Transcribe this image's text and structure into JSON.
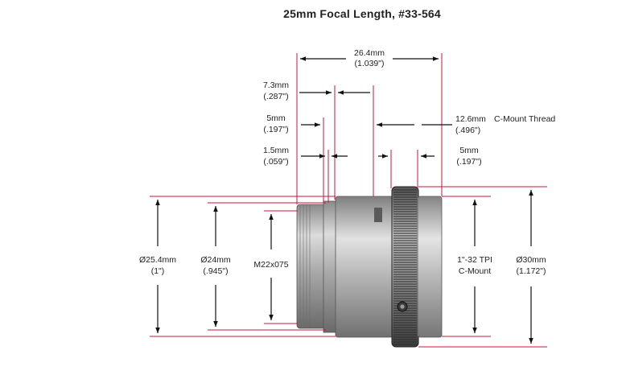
{
  "title": "25mm Focal Length, #33-564",
  "colors": {
    "guide": "#c8163a",
    "arrow": "#111111",
    "body": "#b9b9b9",
    "body_dark": "#7a7a7a",
    "knurl": "#2a2a2a"
  },
  "dims": {
    "overall_length": {
      "mm": "26.4mm",
      "in": "(1.039\")"
    },
    "d7_3": {
      "mm": "7.3mm",
      "in": "(.287\")"
    },
    "d5_left": {
      "mm": "5mm",
      "in": "(.197\")"
    },
    "d1_5": {
      "mm": "1.5mm",
      "in": "(.059\")"
    },
    "d12_6": {
      "mm": "12.6mm",
      "label": "C-Mount Thread",
      "in": "(.496\")"
    },
    "d5_right": {
      "mm": "5mm",
      "in": "(.197\")"
    },
    "dia25_4": {
      "mm": "Ø25.4mm",
      "in": "(1\")"
    },
    "dia24": {
      "mm": "Ø24mm",
      "in": "(.945\")"
    },
    "m22": {
      "mm": "M22x075"
    },
    "cmount": {
      "line1": "1\"-32 TPI",
      "line2": "C-Mount"
    },
    "dia30": {
      "mm": "Ø30mm",
      "in": "(1.172\")"
    }
  }
}
